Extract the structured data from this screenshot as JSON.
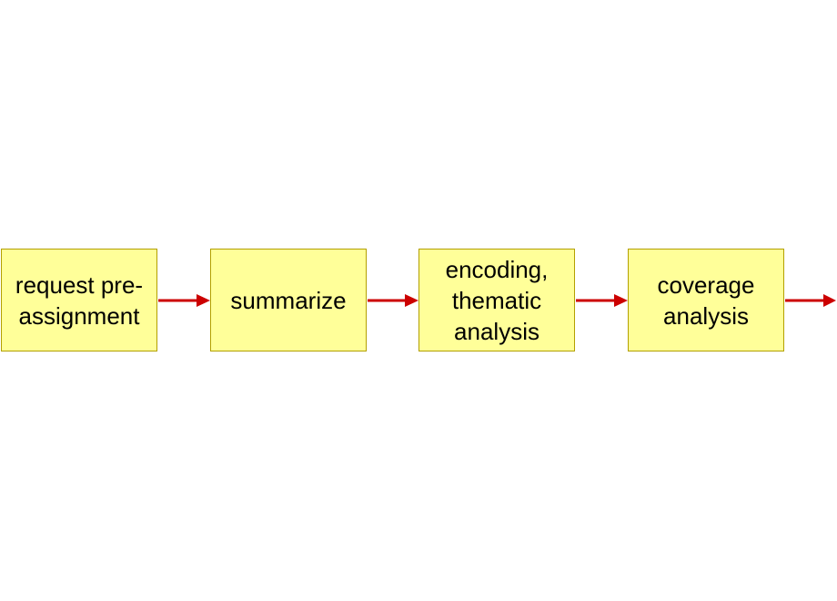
{
  "steps": [
    {
      "label": "request pre-\nassignment"
    },
    {
      "label": "summarize"
    },
    {
      "label": "encoding,\nthematic\nanalysis"
    },
    {
      "label": "coverage\nanalysis"
    }
  ],
  "colors": {
    "box_fill": "#ffff99",
    "box_border": "#b3a000",
    "arrow": "#cc0000",
    "text": "#000000"
  }
}
